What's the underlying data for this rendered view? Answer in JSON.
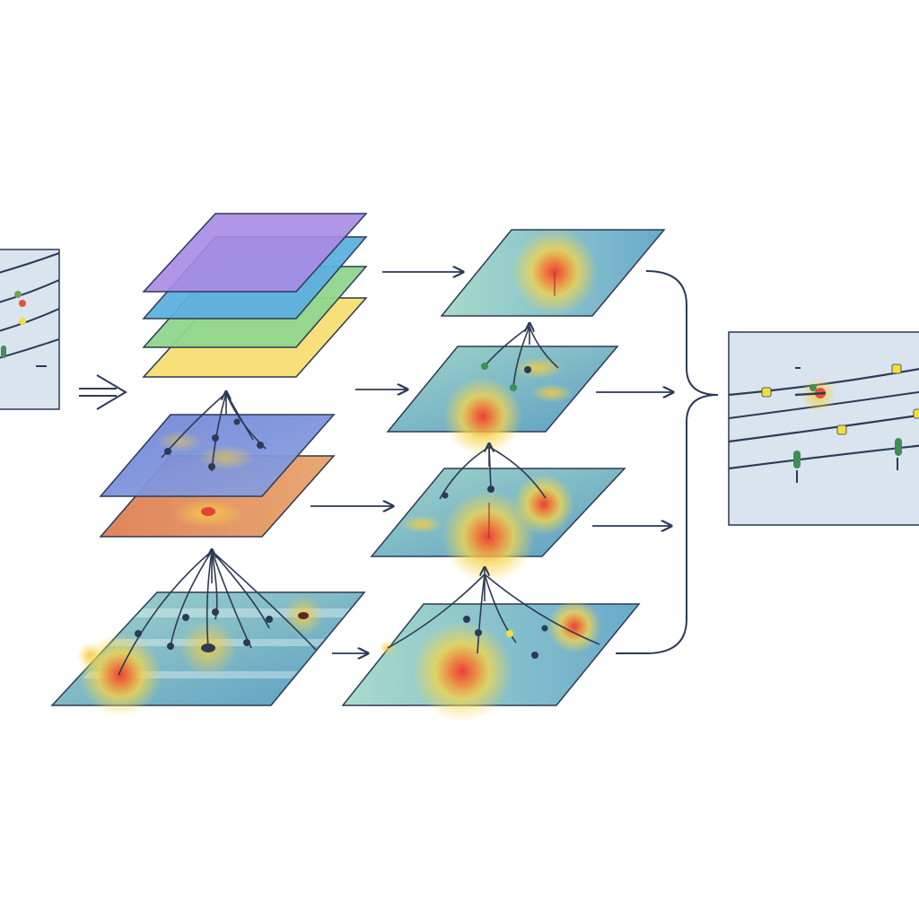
{
  "diagram": {
    "colors": {
      "background": "#ffffff",
      "stroke": "#2c3a55",
      "frame_fill": "#d9e4ef",
      "stack_purple": "#a98be6",
      "stack_blue": "#5eb0de",
      "stack_green": "#8fd68e",
      "stack_yellow": "#f7e07a",
      "feature_blue": "#7b8fd9",
      "feature_orange": "#e59a6b",
      "map_teal": "#7fb8c9",
      "heat_red": "#e8413a",
      "heat_yellow": "#f5d64a",
      "node_yellow": "#f4de3a",
      "node_green": "#3f8f55",
      "node_red": "#e6503a"
    },
    "icons": {
      "input_image": "wire-scene-image-icon",
      "output_image": "wire-scene-output-icon",
      "input_arrow": "double-arrow-icon",
      "merge_brace": "curly-brace-icon"
    },
    "components": {
      "input": "input-image",
      "feature_stack": "feature-layer-stack",
      "intermediate_features": "intermediate-feature-pair",
      "base_heatmap": "base-heatmap",
      "heatmap_column": [
        "heatmap-1",
        "heatmap-2",
        "heatmap-3",
        "heatmap-4"
      ],
      "output": "output-image"
    }
  }
}
